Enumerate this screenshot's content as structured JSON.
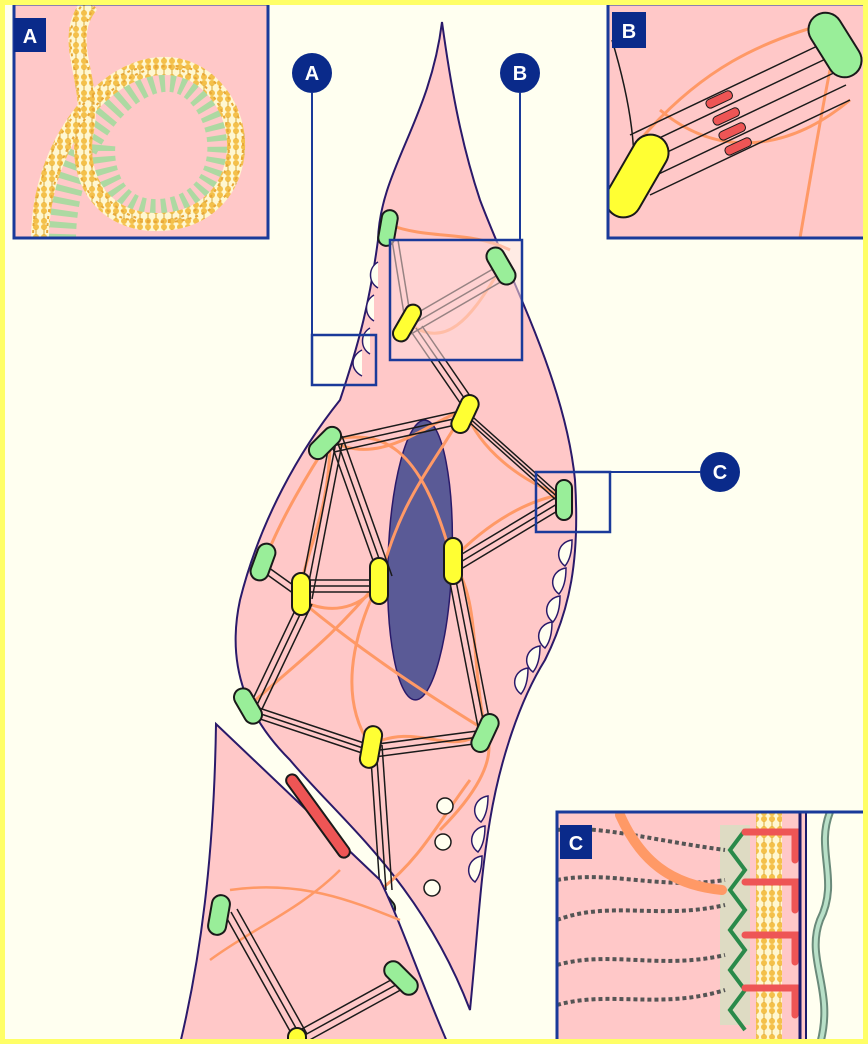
{
  "colors": {
    "border": "#ffff66",
    "background": "#fffff0",
    "cell_fill": "#ffc8c8",
    "cell_outline": "#2a1a6a",
    "nucleus": "#5a5a96",
    "dense_body_yellow": "#ffff33",
    "focal_adhesion_green": "#99ee99",
    "filament_orange": "#ff9966",
    "caveola_fill": "#ffffff",
    "label_blue": "#0a2a8a",
    "highlight_box": "#1a3a9a",
    "myosin_red": "#ee5555"
  },
  "labels": {
    "a": "A",
    "b": "B",
    "c": "C"
  },
  "insets": {
    "a": {
      "tag": "A"
    },
    "b": {
      "tag": "B"
    },
    "c": {
      "tag": "C"
    }
  }
}
